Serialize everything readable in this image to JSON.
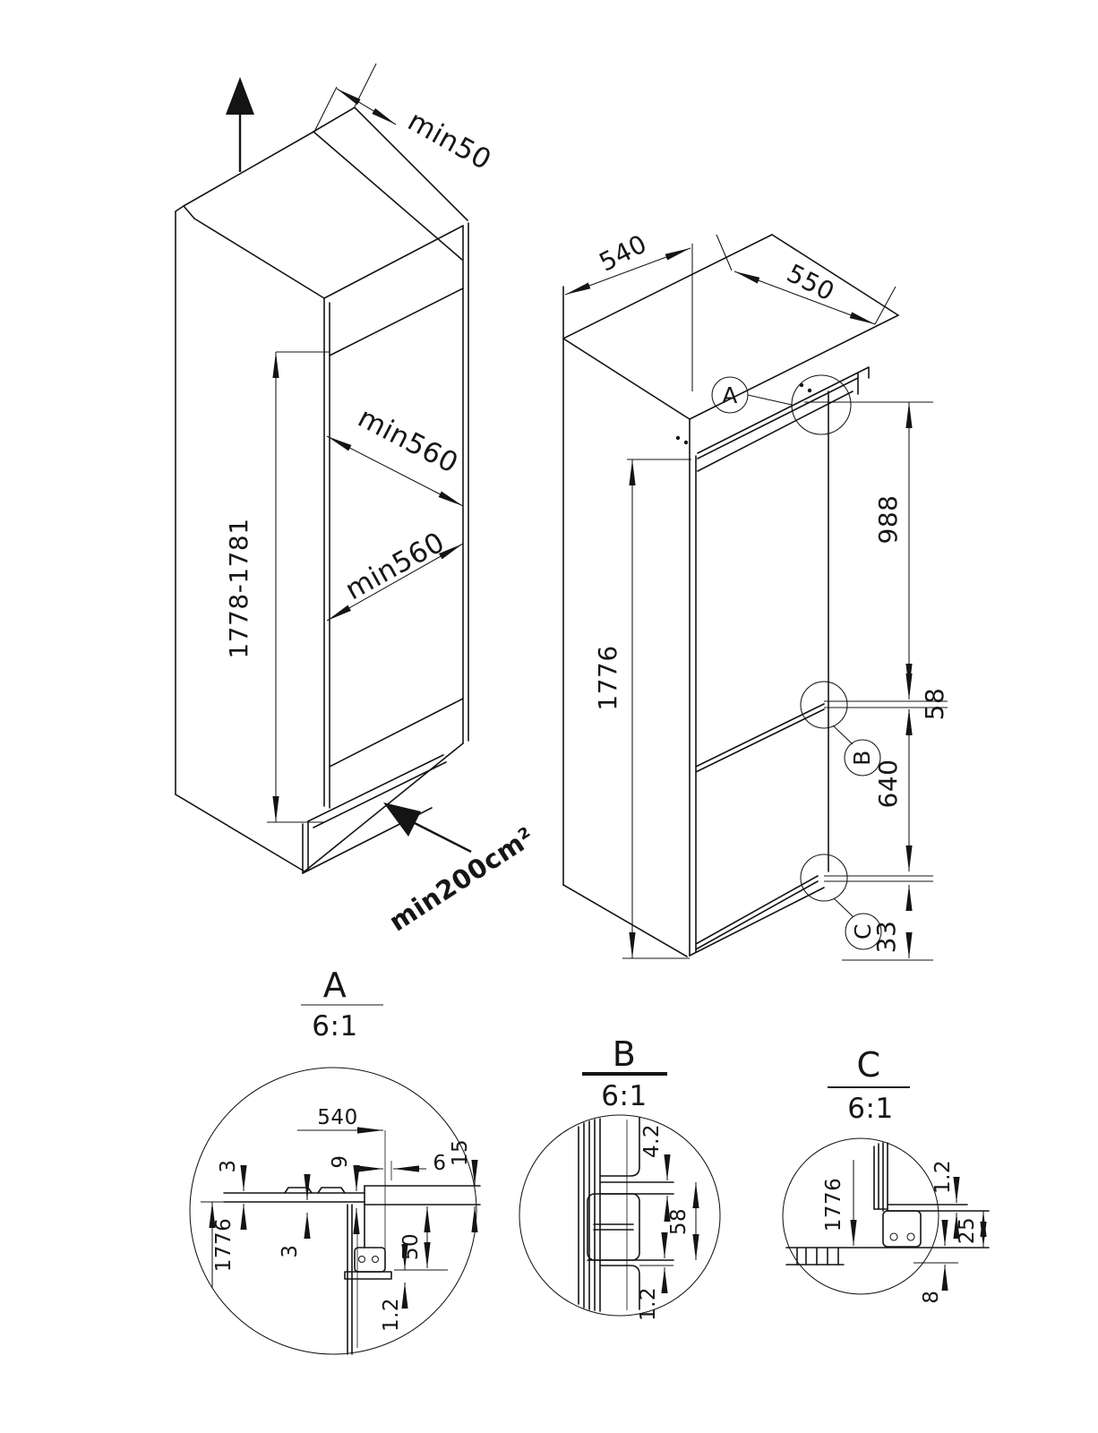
{
  "drawing": {
    "niche_view": {
      "dim_top_clearance": "min50",
      "dim_inner_width_upper": "min560",
      "dim_inner_width_lower": "min560",
      "dim_niche_height": "1778-1781",
      "dim_vent_area": "min200cm²"
    },
    "appliance_view": {
      "dim_depth": "540",
      "dim_door_depth": "550",
      "dim_height": "1776",
      "dim_upper_section": "988",
      "dim_hinge_gap": "58",
      "dim_lower_section": "640",
      "dim_bottom_gap": "33",
      "callout_a": "A",
      "callout_b": "B",
      "callout_c": "C"
    },
    "detail_a": {
      "label": "A",
      "scale": "6:1",
      "d540": "540",
      "d3a": "3",
      "d9": "9",
      "d6": "6",
      "d15": "15",
      "d1776": "1776",
      "d3b": "3",
      "d50": "50",
      "d12": "1.2"
    },
    "detail_b": {
      "label": "B",
      "scale": "6:1",
      "d42": "4.2",
      "d58": "58",
      "d12": "1.2"
    },
    "detail_c": {
      "label": "C",
      "scale": "6:1",
      "d1776": "1776",
      "d12": "1.2",
      "d25": "25",
      "d8": "8"
    }
  }
}
